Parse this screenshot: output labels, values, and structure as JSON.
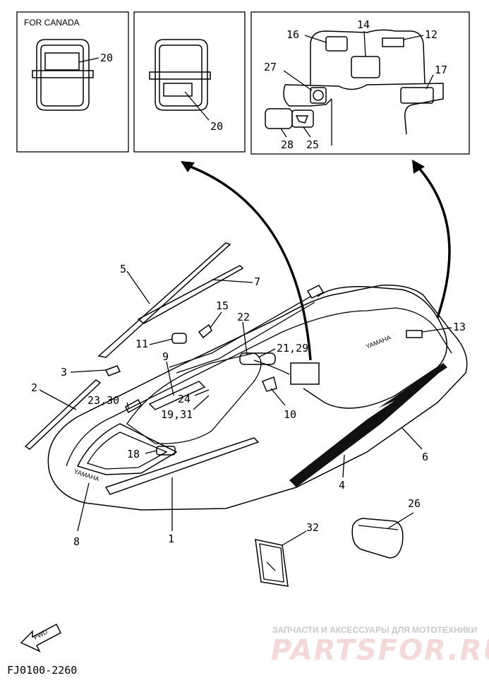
{
  "insets": {
    "canada_label": "FOR CANADA",
    "inset1_callouts": [
      "20"
    ],
    "inset2_callouts": [
      "20"
    ],
    "inset3_callouts": [
      "16",
      "14",
      "12",
      "27",
      "17",
      "28",
      "25"
    ]
  },
  "callouts": {
    "c1": "1",
    "c2": "2",
    "c3": "3",
    "c4": "4",
    "c5": "5",
    "c6": "6",
    "c7": "7",
    "c8": "8",
    "c9": "9",
    "c10": "10",
    "c11": "11",
    "c13": "13",
    "c15": "15",
    "c18": "18",
    "c19_31": "19,31",
    "c21_29": "21,29",
    "c22": "22",
    "c23_30": "23,30",
    "c24": "24",
    "c26": "26",
    "c32": "32"
  },
  "hull_text": {
    "brand_side": "YAMAHA",
    "brand_front": "YAMAHA"
  },
  "fwd_label": "FWD",
  "figure_code": "FJ0100-2260",
  "watermark": {
    "line1": "ЗАПЧАСТИ И АКСЕССУАРЫ ДЛЯ МОТОТЕХНИКИ",
    "line2": "PARTSFOR.RU"
  }
}
